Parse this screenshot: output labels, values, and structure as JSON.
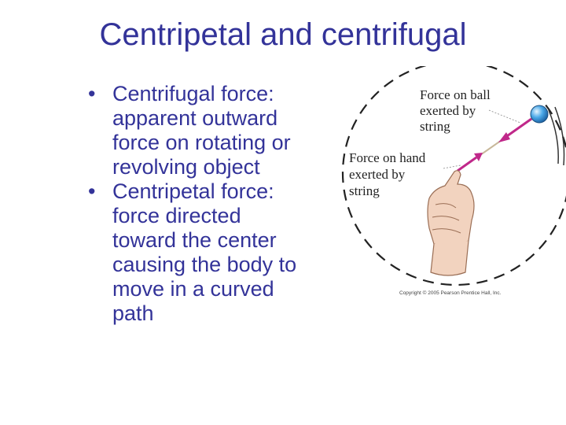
{
  "slide": {
    "title": "Centripetal and centrifugal",
    "bullets": [
      {
        "marker": "•",
        "lines": [
          "Centrifugal force:",
          "apparent outward",
          "force on rotating or",
          "revolving object"
        ]
      },
      {
        "marker": "•",
        "lines": [
          "Centripetal force:",
          "force directed",
          "toward the center",
          "causing the body to",
          "move in a curved",
          "path"
        ]
      }
    ]
  },
  "figure": {
    "label_ball": [
      "Force on ball",
      "exerted by",
      "string"
    ],
    "label_hand": [
      "Force on hand",
      "exerted by",
      "string"
    ],
    "copyright": "Copyright © 2005 Pearson Prentice Hall, Inc.",
    "colors": {
      "arrow": "#c0288a",
      "ball": "#4aa8e8",
      "hand": "#f2d3bf",
      "circle": "#222222"
    }
  }
}
